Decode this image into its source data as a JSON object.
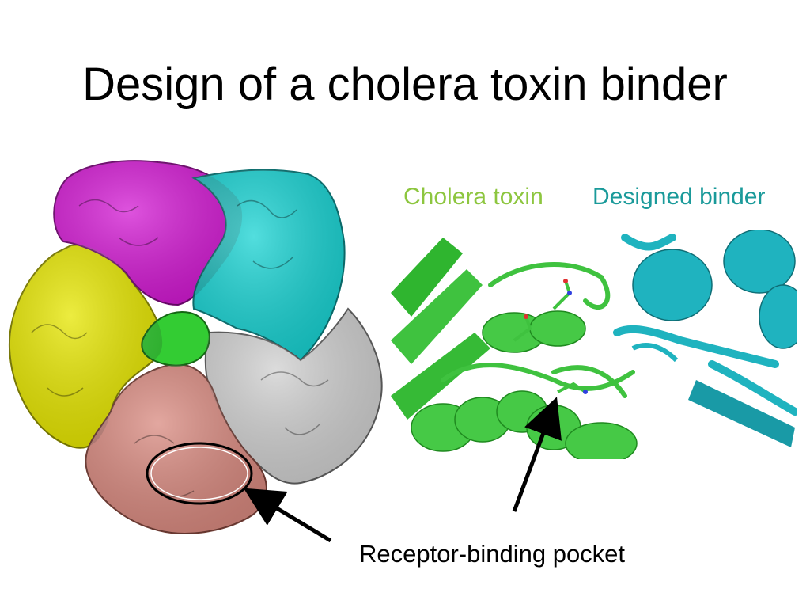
{
  "slide": {
    "title": "Design of a cholera toxin binder"
  },
  "labels": {
    "cholera_toxin": "Cholera toxin",
    "designed_binder": "Designed binder",
    "receptor_pocket": "Receptor-binding pocket"
  },
  "colors": {
    "toxin_label": "#8dc63f",
    "binder_label": "#1a9a9a",
    "magenta_subunit": "#d31ad3",
    "cyan_subunit": "#19d3d3",
    "yellow_subunit": "#e6e600",
    "salmon_subunit": "#d98a80",
    "gray_subunit": "#d0d0d0",
    "green_subunit": "#33cc33",
    "toxin_ribbon": "#3fc23f",
    "binder_ribbon": "#1fb3bf"
  }
}
